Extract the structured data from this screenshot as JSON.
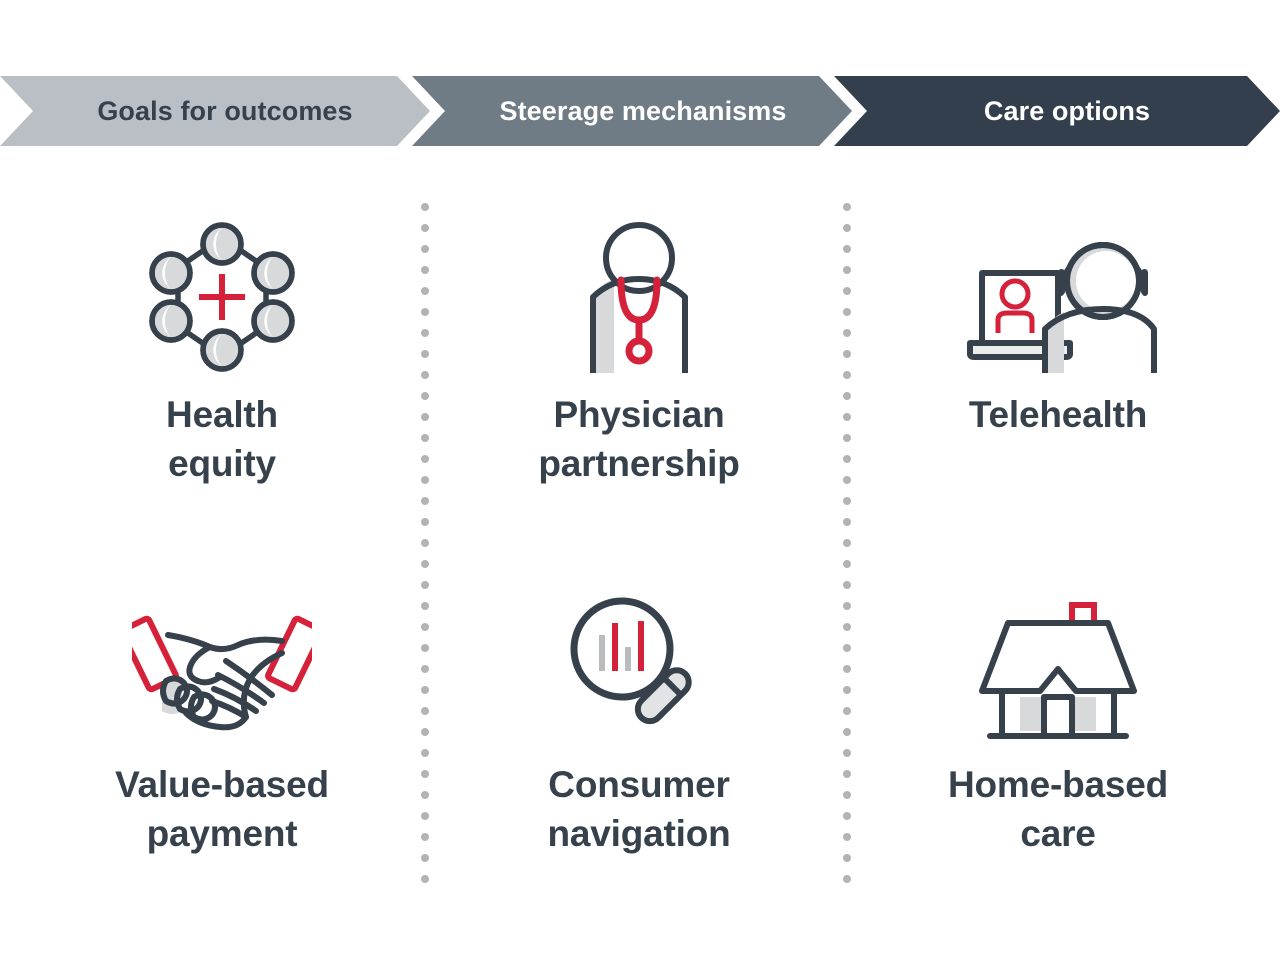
{
  "theme": {
    "background": "#ffffff",
    "text_dark": "#36414c",
    "stroke_dark": "#36414c",
    "accent_red": "#d6213a",
    "fill_gray": "#d8d9da",
    "divider_dot": "#b3b3b3"
  },
  "header": {
    "steps": [
      {
        "label": "Goals for outcomes",
        "background": "#b9bfc4",
        "text_color": "#36414c"
      },
      {
        "label": "Steerage mechanisms",
        "background": "#6f7b85",
        "text_color": "#ffffff"
      },
      {
        "label": "Care options",
        "background": "#333f4c",
        "text_color": "#ffffff"
      }
    ]
  },
  "columns": [
    {
      "step": "Goals for outcomes",
      "items": [
        {
          "label": "Health\nequity",
          "icon": "health-equity-network-icon"
        },
        {
          "label": "Value-based\npayment",
          "icon": "handshake-icon"
        }
      ]
    },
    {
      "step": "Steerage mechanisms",
      "items": [
        {
          "label": "Physician\npartnership",
          "icon": "physician-stethoscope-icon"
        },
        {
          "label": "Consumer\nnavigation",
          "icon": "magnifier-bar-chart-icon"
        }
      ]
    },
    {
      "step": "Care options",
      "items": [
        {
          "label": "Telehealth",
          "icon": "telehealth-laptop-person-icon"
        },
        {
          "label": "Home-based\ncare",
          "icon": "house-icon"
        }
      ]
    }
  ],
  "dividers": {
    "count": 2,
    "style": "dotted",
    "dot_color": "#b3b3b3"
  }
}
